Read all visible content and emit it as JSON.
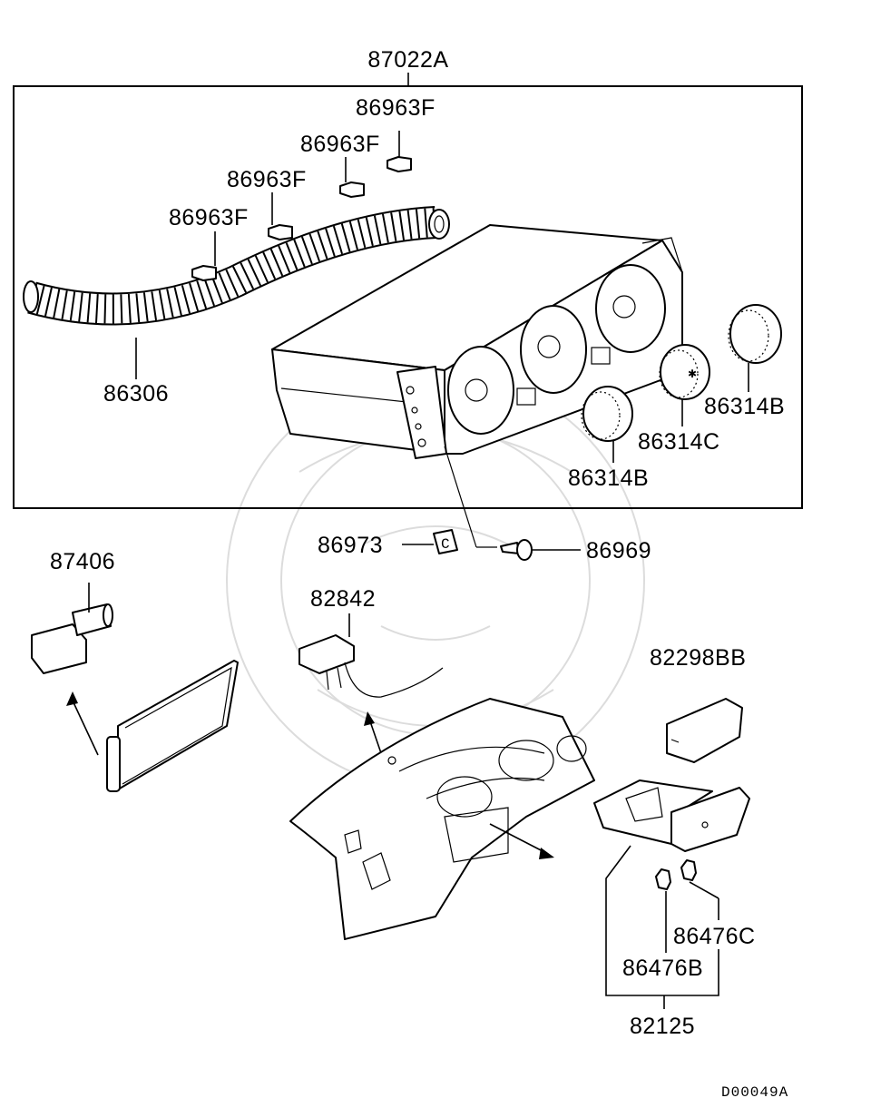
{
  "diagram": {
    "labels": {
      "assembly": "87022A",
      "bulb_1": "86963F",
      "bulb_2": "86963F",
      "bulb_3": "86963F",
      "bulb_4": "86963F",
      "duct": "86306",
      "knob_b_right": "86314B",
      "knob_c": "86314C",
      "knob_b_left": "86314B",
      "clip": "86973",
      "screw": "86969",
      "sensor": "87406",
      "sensor_harness": "82842",
      "lid": "82298BB",
      "box": "82125",
      "bulb_c": "86476C",
      "bulb_b": "86476B",
      "clip_letter": "C"
    },
    "figure_code": "D00049A"
  }
}
